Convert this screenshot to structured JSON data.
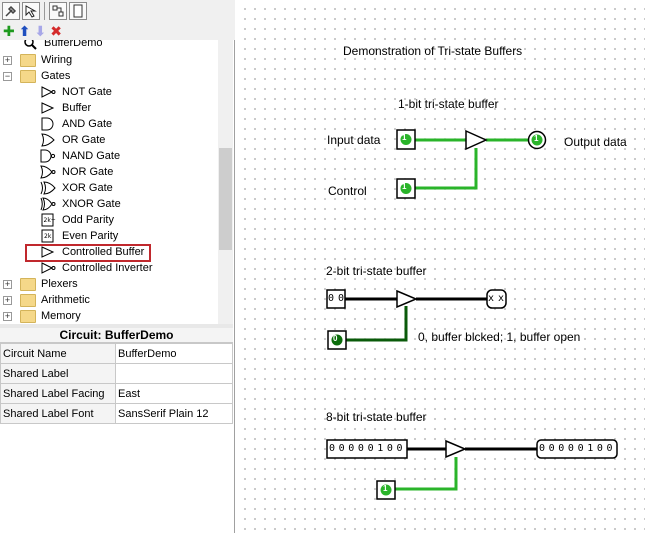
{
  "tree": {
    "partial_top_item": "BufferDemo",
    "folders": {
      "wiring": "Wiring",
      "gates": "Gates",
      "plexers": "Plexers",
      "arithmetic": "Arithmetic",
      "memory": "Memory"
    },
    "gates": {
      "not": "NOT Gate",
      "buffer": "Buffer",
      "and": "AND Gate",
      "or": "OR Gate",
      "nand": "NAND Gate",
      "nor": "NOR Gate",
      "xor": "XOR Gate",
      "xnor": "XNOR Gate",
      "odd_parity": "Odd Parity",
      "even_parity": "Even Parity",
      "controlled_buffer": "Controlled Buffer",
      "controlled_inverter": "Controlled Inverter"
    },
    "selected": "Controlled Buffer"
  },
  "properties": {
    "title": "Circuit: BufferDemo",
    "rows": [
      {
        "key": "Circuit Name",
        "value": "BufferDemo"
      },
      {
        "key": "Shared Label",
        "value": ""
      },
      {
        "key": "Shared Label Facing",
        "value": "East"
      },
      {
        "key": "Shared Label Font",
        "value": "SansSerif Plain 12"
      }
    ]
  },
  "canvas": {
    "title": "Demonstration of Tri-state Buffers",
    "section1": {
      "label": "1-bit tri-state buffer",
      "input_label": "Input data",
      "control_label": "Control",
      "output_label": "Output data",
      "input_value": "1",
      "control_value": "1",
      "output_value": "1"
    },
    "section2": {
      "label": "2-bit tri-state buffer",
      "input_value": "0 0",
      "control_value": "0",
      "output_value": "x x",
      "note": "0, buffer blcked; 1, buffer open"
    },
    "section3": {
      "label": "8-bit tri-state buffer",
      "input_value": "0 0 0 0 0 1 0 0",
      "control_value": "1",
      "output_value": "0 0 0 0 0 1 0 0"
    }
  },
  "colors": {
    "wire_on": "#2ab42a",
    "wire_off": "#0a5a0a",
    "wire_bus": "#000000",
    "pin_on": "#2ab42a",
    "pin_off": "#0b6d0b",
    "selection": "#c0282d"
  },
  "icons": [
    "poke-tool-icon",
    "edit-tool-icon",
    "add-icon",
    "move-up-icon",
    "move-down-icon",
    "delete-icon",
    "folder-icon",
    "gate-icon"
  ]
}
